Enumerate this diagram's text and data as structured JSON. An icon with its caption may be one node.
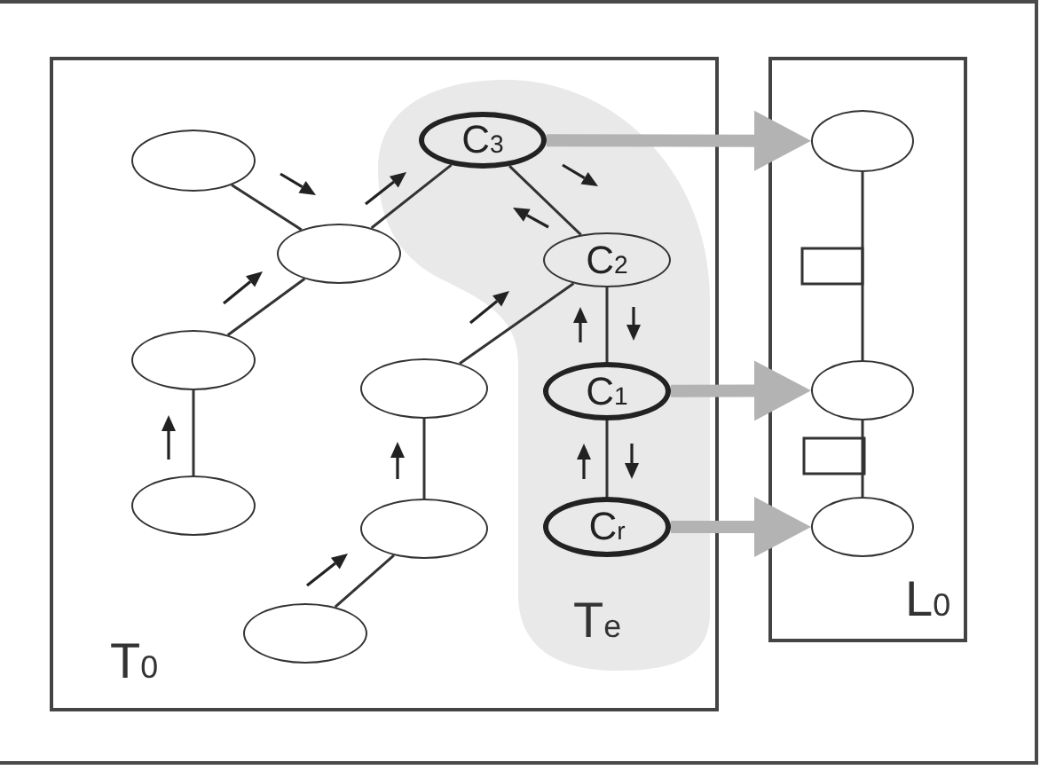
{
  "diagram": {
    "nodes": [
      {
        "text": [
          "T$_{0}$"
        ]
      },
      {
        "text": [
          "T$_{e}$"
        ],
        "in": 0
      },
      {
        "text": [],
        "shape": "ellipse",
        "in": 0
      },
      {
        "text": [
          "C$_{3}$"
        ],
        "in": 1
      },
      {
        "text": [],
        "shape": "ellipse",
        "in": 0
      },
      {
        "text": [
          "C$_{2}$"
        ],
        "in": 1
      },
      {
        "text": [],
        "shape": "ellipse",
        "in": 0
      },
      {
        "text": [],
        "shape": "ellipse",
        "in": 0
      },
      {
        "text": [
          "C$_{1}$"
        ],
        "in": 1
      },
      {
        "text": [],
        "shape": "ellipse",
        "in": 0
      },
      {
        "text": [],
        "shape": "ellipse",
        "in": 0
      },
      {
        "text": [
          "C$_{r}$"
        ],
        "in": 1
      },
      {
        "text": [],
        "shape": "ellipse",
        "in": 0
      },
      {
        "text": [
          "L$_{0}$"
        ]
      },
      {
        "text": [],
        "shape": "ellipse",
        "in": 13
      },
      {
        "text": [],
        "shape": "ellipse",
        "in": 13
      },
      {
        "text": [],
        "shape": "ellipse",
        "in": 13
      }
    ],
    "edges": [
      {
        "from": 2,
        "to": 4,
        "arrow": "none"
      },
      {
        "from": 6,
        "to": 4,
        "arrow": "none"
      },
      {
        "from": 4,
        "to": 3,
        "arrow": "none"
      },
      {
        "from": 3,
        "to": 5,
        "arrow": "none"
      },
      {
        "from": 7,
        "to": 5,
        "arrow": "none"
      },
      {
        "from": 5,
        "to": 8,
        "arrow": "none"
      },
      {
        "from": 8,
        "to": 11,
        "arrow": "none"
      },
      {
        "from": 9,
        "to": 6,
        "arrow": "none"
      },
      {
        "from": 10,
        "to": 7,
        "arrow": "none"
      },
      {
        "from": 12,
        "to": 10,
        "arrow": "none"
      },
      {
        "from": 3,
        "to": 14,
        "arrow": "to",
        "style": "thick",
        "color": "#b3b3b3"
      },
      {
        "from": 8,
        "to": 15,
        "arrow": "to",
        "style": "thick",
        "color": "#b3b3b3"
      },
      {
        "from": 11,
        "to": 16,
        "arrow": "to",
        "style": "thick",
        "color": "#b3b3b3"
      },
      {
        "from": 14,
        "to": 15,
        "arrow": "none"
      },
      {
        "from": 15,
        "to": 16,
        "arrow": "none"
      }
    ]
  }
}
